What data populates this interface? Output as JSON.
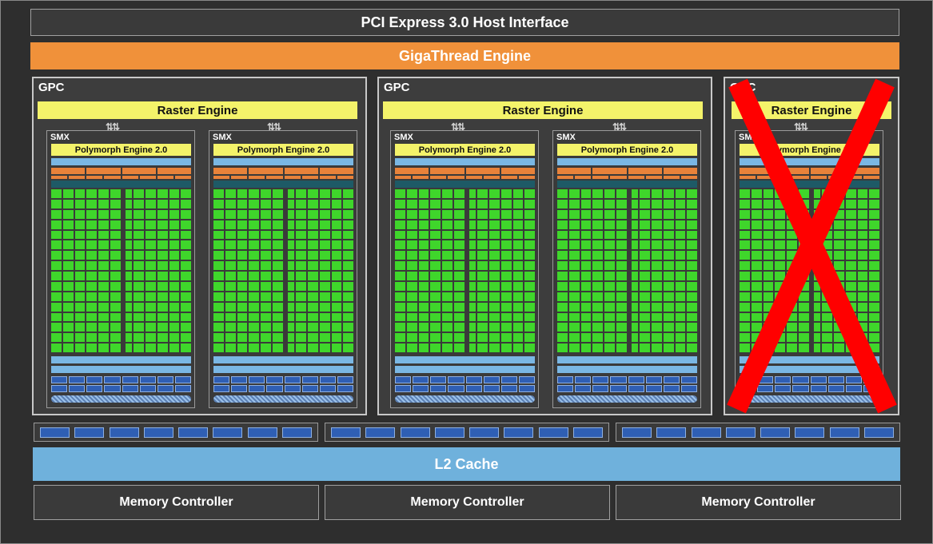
{
  "host_interface": "PCI Express 3.0 Host Interface",
  "thread_engine": "GigaThread Engine",
  "gpcs": [
    {
      "label": "GPC",
      "raster": "Raster Engine",
      "smx": [
        {
          "label": "SMX",
          "engine": "Polymorph Engine 2.0"
        },
        {
          "label": "SMX",
          "engine": "Polymorph Engine 2.0"
        }
      ]
    },
    {
      "label": "GPC",
      "raster": "Raster Engine",
      "smx": [
        {
          "label": "SMX",
          "engine": "Polymorph Engine 2.0"
        },
        {
          "label": "SMX",
          "engine": "Polymorph Engine 2.0"
        }
      ]
    },
    {
      "label": "GPC",
      "raster": "Raster Engine",
      "disabled": true,
      "smx": [
        {
          "label": "SMX",
          "engine": "Polymorph Engine 2.0"
        }
      ]
    }
  ],
  "l2_cache": "L2 Cache",
  "memory_controllers": [
    "Memory Controller",
    "Memory Controller",
    "Memory Controller"
  ],
  "colors": {
    "accent_orange": "#f0913a",
    "engine_yellow": "#f4f36a",
    "core_green": "#3fd62b",
    "cache_blue": "#6fb1dc",
    "disabled_red": "#ff0000"
  },
  "icons": {
    "arrow": "double-arrow-icon"
  }
}
